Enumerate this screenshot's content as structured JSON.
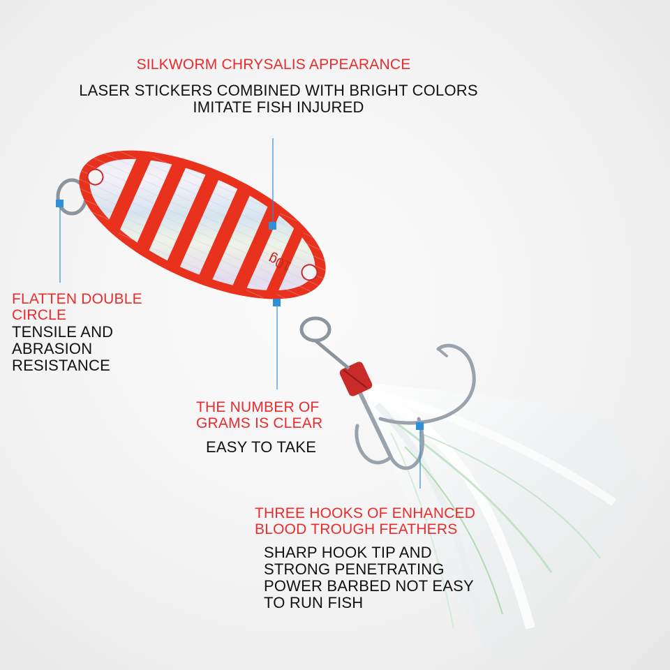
{
  "callouts": {
    "appearance": {
      "title": "SILKWORM CHRYSALIS APPEARANCE",
      "desc_lines": [
        "LASER STICKERS COMBINED WITH BRIGHT COLORS",
        "IMITATE FISH INJURED"
      ]
    },
    "double_circle": {
      "title_lines": [
        "FLATTEN DOUBLE",
        "CIRCLE"
      ],
      "desc_lines": [
        "TENSILE AND",
        "ABRASION",
        "RESISTANCE"
      ]
    },
    "grams": {
      "title_lines": [
        "THE NUMBER OF",
        "GRAMS IS CLEAR"
      ],
      "desc": "EASY TO TAKE"
    },
    "hooks": {
      "title_lines": [
        "THREE HOOKS OF ENHANCED",
        "BLOOD TROUGH FEATHERS"
      ],
      "desc_lines": [
        "SHARP HOOK TIP AND",
        "STRONG PENETRATING",
        "POWER BARBED NOT EASY",
        "TO RUN FISH"
      ]
    }
  },
  "product": {
    "engraving": "10g"
  },
  "colors": {
    "title_red": "#ea2b2b",
    "text_black": "#111111",
    "pointer_blue": "#2e8fd6",
    "lure_red": "#e8321e"
  }
}
